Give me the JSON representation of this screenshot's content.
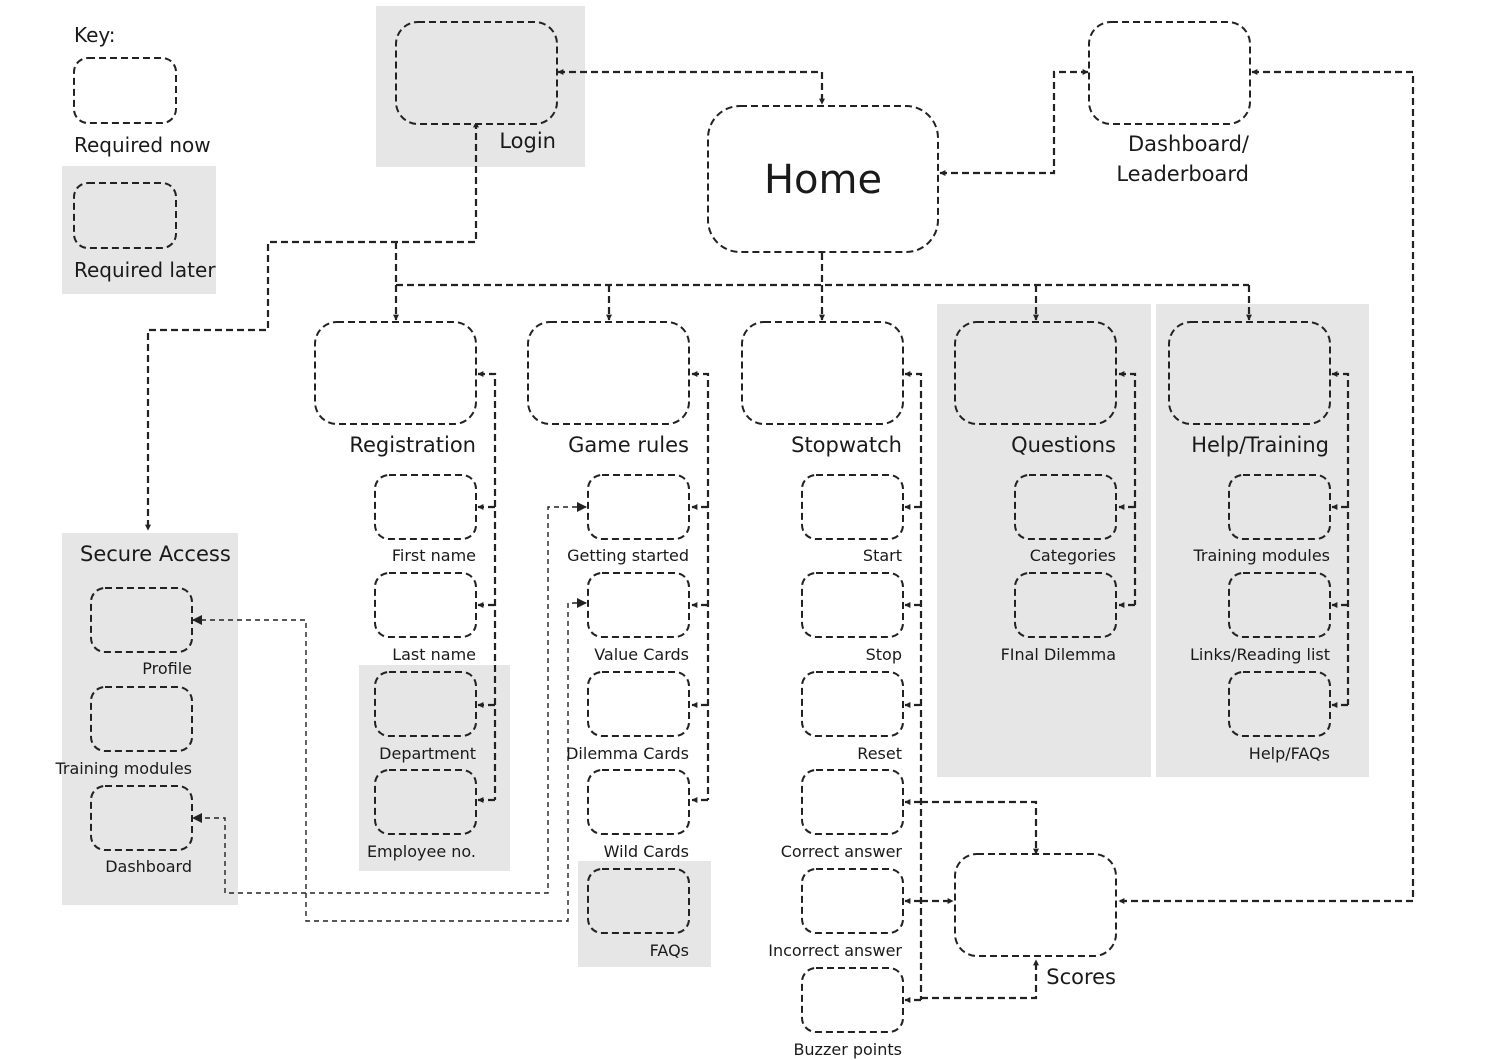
{
  "key": {
    "title": "Key:",
    "required_now": "Required now",
    "required_later": "Required later"
  },
  "nodes": {
    "home": "Home",
    "login": "Login",
    "dashboard_leaderboard": [
      "Dashboard/",
      "Leaderboard"
    ],
    "registration": "Registration",
    "game_rules": "Game rules",
    "stopwatch": "Stopwatch",
    "questions": "Questions",
    "help_training": "Help/Training",
    "secure_access": "Secure Access",
    "scores": "Scores"
  },
  "children": {
    "registration": [
      "First name",
      "Last name",
      "Department",
      "Employee no."
    ],
    "game_rules": [
      "Getting started",
      "Value Cards",
      "Dilemma Cards",
      "Wild Cards",
      "FAQs"
    ],
    "stopwatch": [
      "Start",
      "Stop",
      "Reset",
      "Correct answer",
      "Incorrect answer",
      "Buzzer points"
    ],
    "questions": [
      "Categories",
      "FInal Dilemma"
    ],
    "help_training": [
      "Training modules",
      "Links/Reading list",
      "Help/FAQs"
    ],
    "secure_access": [
      "Profile",
      "Training modules",
      "Dashboard"
    ]
  },
  "colors": {
    "later_fill": "#e6e6e6",
    "stroke": "#222222"
  }
}
